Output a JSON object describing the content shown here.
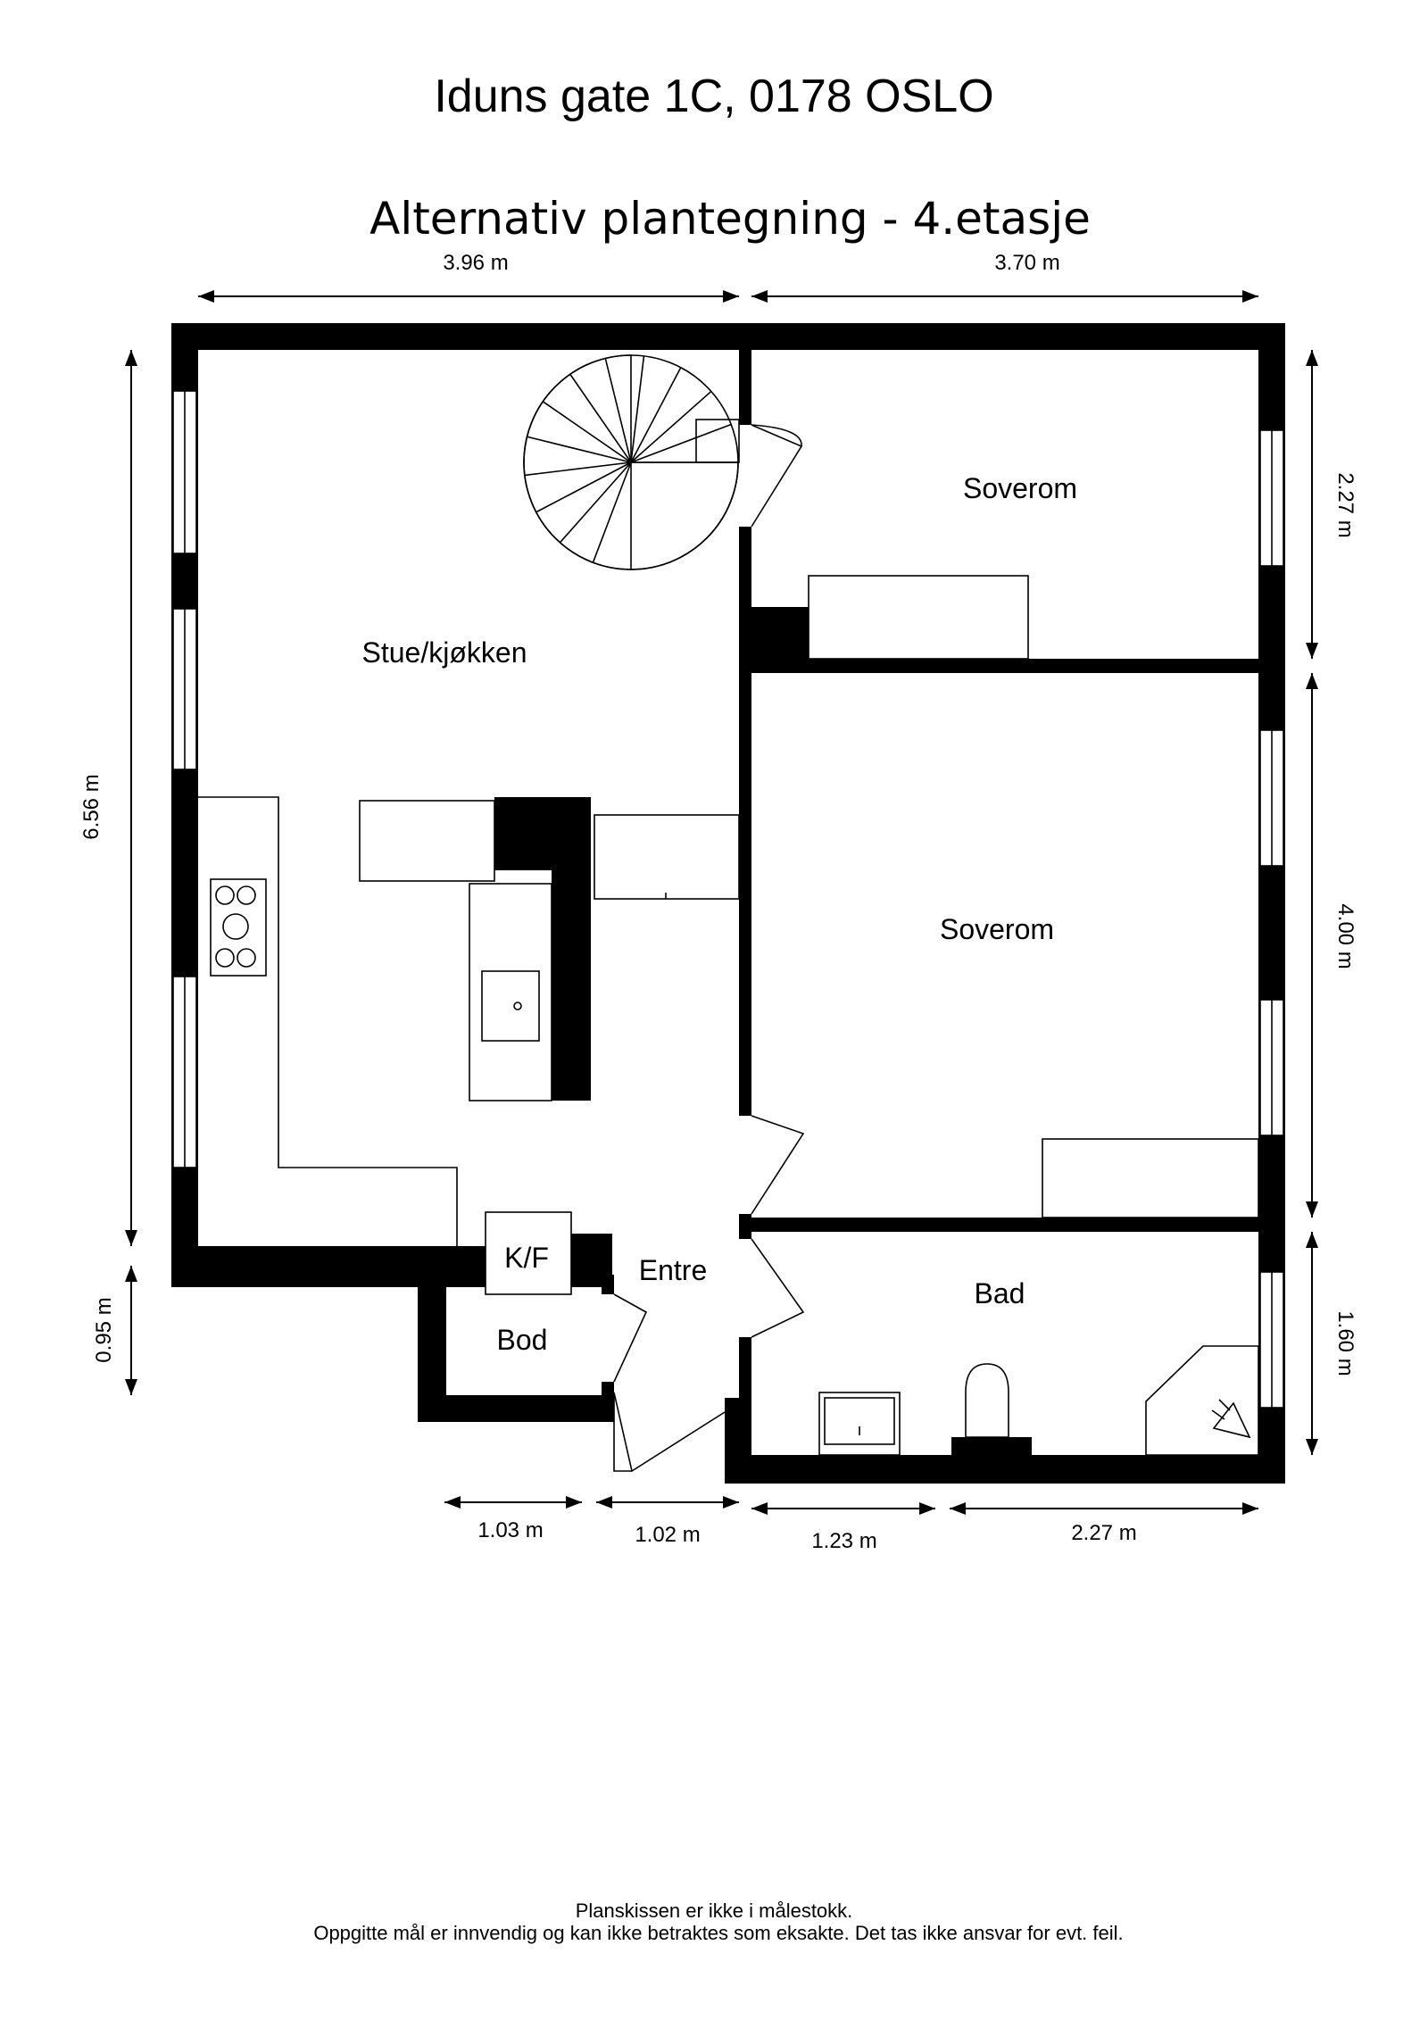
{
  "header": {
    "address": "Iduns gate 1C, 0178 OSLO",
    "plan_title": "Alternativ plantegning - 4.etasje"
  },
  "rooms": {
    "living_kitchen": "Stue/kjøkken",
    "bedroom_top": "Soverom",
    "bedroom_middle": "Soverom",
    "bathroom": "Bad",
    "entrance": "Entre",
    "storage": "Bod",
    "fridge_freezer": "K/F"
  },
  "dimensions": {
    "top_left": "3.96 m",
    "top_right": "3.70 m",
    "left_main": "6.56 m",
    "left_lower": "0.95 m",
    "right_top": "2.27 m",
    "right_middle": "4.00 m",
    "right_bottom": "1.60 m",
    "bottom_1": "1.03 m",
    "bottom_2": "1.02 m",
    "bottom_3": "1.23 m",
    "bottom_4": "2.27 m"
  },
  "footer": {
    "line1": "Planskissen er ikke i målestokk.",
    "line2": "Oppgitte mål er innvendig og kan ikke betraktes som eksakte. Det tas ikke ansvar for evt. feil."
  }
}
